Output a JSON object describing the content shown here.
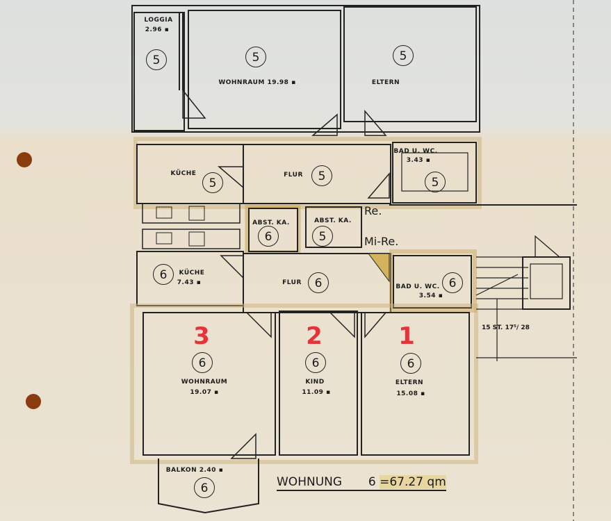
{
  "floor5": {
    "loggia": {
      "name": "LOGGIA",
      "area": "2.96 ▪",
      "unit": "5"
    },
    "wohnraum": {
      "name": "WOHNRAUM 19.98 ▪",
      "unit": "5"
    },
    "eltern": {
      "name": "ELTERN",
      "unit": "5"
    },
    "kueche": {
      "name": "KÜCHE",
      "unit": "5"
    },
    "flur": {
      "name": "FLUR",
      "unit": "5"
    },
    "bad": {
      "name": "BAD U. WC.",
      "area": "3.43 ▪",
      "unit": "5"
    },
    "abstellkammer": {
      "name": "ABST. KA.",
      "unit": "5"
    }
  },
  "floor6": {
    "abstellkammer": {
      "name": "ABST. KA.",
      "unit": "6"
    },
    "kueche": {
      "name": "KÜCHE",
      "area": "7.43 ▪",
      "unit": "6"
    },
    "flur": {
      "name": "FLUR",
      "unit": "6"
    },
    "bad": {
      "name": "BAD U. WC.",
      "area": "3.54 ▪",
      "unit": "6"
    },
    "wohnraum": {
      "name": "WOHNRAUM",
      "area": "19.07 ▪",
      "unit": "6",
      "marker": "3"
    },
    "kind": {
      "name": "KIND",
      "area": "11.09 ▪",
      "unit": "6",
      "marker": "2"
    },
    "eltern": {
      "name": "ELTERN",
      "area": "15.08 ▪",
      "unit": "6",
      "marker": "1"
    },
    "balkon": {
      "name": "BALKON 2.40 ▪",
      "unit": "6"
    }
  },
  "annotations": {
    "re": "Re.",
    "mi_re": "Mi-Re.",
    "stairs": "15 ST. 17⁵/ 28"
  },
  "summary": {
    "label": "WOHNUNG",
    "unit": "6",
    "equals": "=",
    "total": "67.27 qm"
  },
  "colors": {
    "marker": "#e8323a",
    "highlight": "#e8d6a0",
    "wall": "#222222"
  }
}
